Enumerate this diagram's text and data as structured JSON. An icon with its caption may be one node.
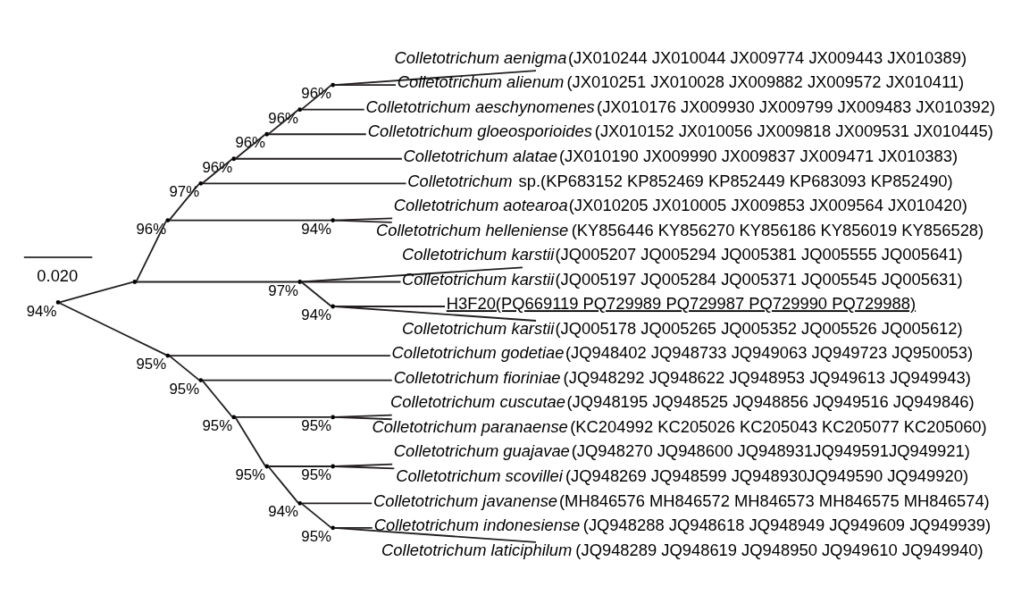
{
  "diagram": {
    "nodes": [
      {
        "text": [],
        "shape": "point",
        "beside": [
          "94%"
        ]
      },
      {
        "text": [],
        "shape": "point"
      },
      {
        "text": [],
        "shape": "point",
        "beside": [
          "96%"
        ]
      },
      {
        "text": [],
        "shape": "point",
        "beside": [
          "97%"
        ]
      },
      {
        "text": [],
        "shape": "point",
        "beside": [
          "96%"
        ]
      },
      {
        "text": [],
        "shape": "point",
        "beside": [
          "96%"
        ]
      },
      {
        "text": [],
        "shape": "point",
        "beside": [
          "96%"
        ]
      },
      {
        "text": [],
        "shape": "point",
        "beside": [
          "96%"
        ]
      },
      {
        "text": [
          "*Colletotrichum aenigma*(JX010244 JX010044 JX009774 JX009443 JX010389)"
        ]
      },
      {
        "text": [
          "*Colletotrichum alienum*(JX010251 JX010028 JX009882 JX009572 JX010411)"
        ]
      },
      {
        "text": [
          "*Colletotrichum aeschynomenes*(JX010176 JX009930 JX009799 JX009483 JX010392)"
        ]
      },
      {
        "text": [
          "*Colletotrichum gloeosporioides*(JX010152 JX010056 JX009818 JX009531 JX010445)"
        ]
      },
      {
        "text": [
          "*Colletotrichum alatae*(JX010190 JX009990 JX009837 JX009471 JX010383)"
        ]
      },
      {
        "text": [
          "*Colletotrichum* sp.(KP683152 KP852469 KP852449 KP683093 KP852490)"
        ]
      },
      {
        "text": [],
        "shape": "point",
        "beside": [
          "94%"
        ]
      },
      {
        "text": [
          "*Colletotrichum aotearoa*(JX010205 JX010005 JX009853 JX009564 JX010420)"
        ]
      },
      {
        "text": [
          "*Colletotrichum helleniense*(KY856446 KY856270 KY856186 KY856019 KY856528)"
        ]
      },
      {
        "text": [],
        "shape": "point",
        "beside": [
          "97%"
        ]
      },
      {
        "text": [
          "*Colletotrichum karstii*(JQ005207 JQ005294 JQ005381 JQ005555 JQ005641)"
        ]
      },
      {
        "text": [
          "*Colletotrichum karstii*(JQ005197 JQ005284 JQ005371 JQ005545 JQ005631)"
        ]
      },
      {
        "text": [],
        "shape": "point",
        "beside": [
          "94%"
        ]
      },
      {
        "text": [
          "H3F20(PQ669119 PQ729989 PQ729987 PQ729990 PQ729988)"
        ]
      },
      {
        "text": [
          "*Colletotrichum karstii*(JQ005178 JQ005265 JQ005352 JQ005526 JQ005612)"
        ]
      },
      {
        "text": [],
        "shape": "point",
        "beside": [
          "95%"
        ]
      },
      {
        "text": [
          "*Colletotrichum godetiae*(JQ948402 JQ948733 JQ949063 JQ949723 JQ950053)"
        ]
      },
      {
        "text": [],
        "shape": "point",
        "beside": [
          "95%"
        ]
      },
      {
        "text": [
          "*Colletotrichum fioriniae*(JQ948292 JQ948622 JQ948953 JQ949613 JQ949943)"
        ]
      },
      {
        "text": [],
        "shape": "point",
        "beside": [
          "95%"
        ]
      },
      {
        "text": [],
        "shape": "point",
        "beside": [
          "95%"
        ]
      },
      {
        "text": [
          "*Colletotrichum cuscutae*(JQ948195 JQ948525 JQ948856 JQ949516 JQ949846)"
        ]
      },
      {
        "text": [
          "*Colletotrichum paranaense*(KC204992 KC205026 KC205043 KC205077 KC205060)"
        ]
      },
      {
        "text": [],
        "shape": "point",
        "beside": [
          "95%"
        ]
      },
      {
        "text": [],
        "shape": "point",
        "beside": [
          "95%"
        ]
      },
      {
        "text": [
          "*Colletotrichum guajavae*(JQ948270 JQ948600 JQ948931JQ949591JQ949921)"
        ]
      },
      {
        "text": [
          "*Colletotrichum scovillei*(JQ948269 JQ948599 JQ948930JQ949590 JQ949920)"
        ]
      },
      {
        "text": [],
        "shape": "point",
        "beside": [
          "94%"
        ]
      },
      {
        "text": [
          "*Colletotrichum javanense*(MH846576 MH846572 MH846573 MH846575 MH846574)"
        ]
      },
      {
        "text": [],
        "shape": "point",
        "beside": [
          "95%"
        ]
      },
      {
        "text": [
          "*Colletotrichum indonesiense*(JQ948288 JQ948618 JQ948949 JQ949609 JQ949939)"
        ]
      },
      {
        "text": [
          "*Colletotrichum laticiphilum*(JQ948289 JQ948619 JQ948950 JQ949610 JQ949940)"
        ]
      }
    ],
    "edges": [
      {
        "from": 0,
        "to": 1,
        "arrow": "none"
      },
      {
        "from": 1,
        "to": 2,
        "arrow": "none"
      },
      {
        "from": 2,
        "to": 3,
        "arrow": "none"
      },
      {
        "from": 3,
        "to": 4,
        "arrow": "none"
      },
      {
        "from": 4,
        "to": 5,
        "arrow": "none"
      },
      {
        "from": 5,
        "to": 6,
        "arrow": "none"
      },
      {
        "from": 6,
        "to": 7,
        "arrow": "none"
      },
      {
        "from": 7,
        "to": 8,
        "arrow": "none"
      },
      {
        "from": 7,
        "to": 9,
        "arrow": "none"
      },
      {
        "from": 6,
        "to": 10,
        "arrow": "none"
      },
      {
        "from": 5,
        "to": 11,
        "arrow": "none"
      },
      {
        "from": 4,
        "to": 12,
        "arrow": "none"
      },
      {
        "from": 3,
        "to": 13,
        "arrow": "none"
      },
      {
        "from": 2,
        "to": 14,
        "arrow": "none"
      },
      {
        "from": 14,
        "to": 15,
        "arrow": "none"
      },
      {
        "from": 14,
        "to": 16,
        "arrow": "none"
      },
      {
        "from": 1,
        "to": 17,
        "arrow": "none"
      },
      {
        "from": 17,
        "to": 18,
        "arrow": "none"
      },
      {
        "from": 17,
        "to": 19,
        "arrow": "none"
      },
      {
        "from": 17,
        "to": 20,
        "arrow": "none"
      },
      {
        "from": 20,
        "to": 21,
        "arrow": "none"
      },
      {
        "from": 20,
        "to": 22,
        "arrow": "none"
      },
      {
        "from": 0,
        "to": 23,
        "arrow": "none"
      },
      {
        "from": 23,
        "to": 24,
        "arrow": "none"
      },
      {
        "from": 23,
        "to": 25,
        "arrow": "none"
      },
      {
        "from": 25,
        "to": 26,
        "arrow": "none"
      },
      {
        "from": 25,
        "to": 27,
        "arrow": "none"
      },
      {
        "from": 27,
        "to": 28,
        "arrow": "none"
      },
      {
        "from": 28,
        "to": 29,
        "arrow": "none"
      },
      {
        "from": 28,
        "to": 30,
        "arrow": "none"
      },
      {
        "from": 27,
        "to": 31,
        "arrow": "none"
      },
      {
        "from": 31,
        "to": 32,
        "arrow": "none"
      },
      {
        "from": 32,
        "to": 33,
        "arrow": "none"
      },
      {
        "from": 32,
        "to": 34,
        "arrow": "none"
      },
      {
        "from": 31,
        "to": 35,
        "arrow": "none"
      },
      {
        "from": 35,
        "to": 36,
        "arrow": "none"
      },
      {
        "from": 35,
        "to": 37,
        "arrow": "none"
      },
      {
        "from": 37,
        "to": 38,
        "arrow": "none"
      },
      {
        "from": 37,
        "to": 39,
        "arrow": "none"
      }
    ],
    "labels": [
      "0.020"
    ]
  }
}
